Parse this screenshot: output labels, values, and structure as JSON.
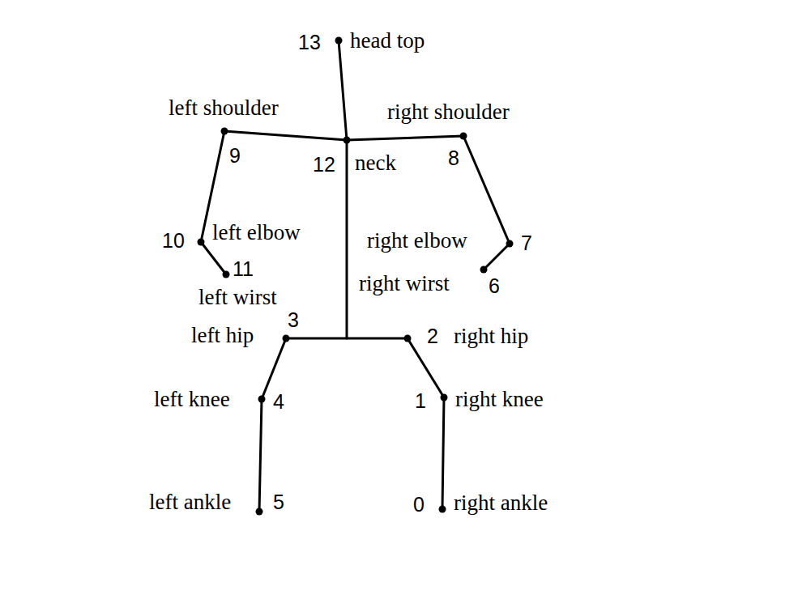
{
  "diagram": {
    "labels": [
      "13",
      "head top",
      "left shoulder",
      "9",
      "12",
      "neck",
      "right shoulder",
      "8",
      "10",
      "left elbow",
      "11",
      "left wirst",
      "right elbow",
      "7",
      "right wirst",
      "6",
      "3",
      "left hip",
      "2",
      "right hip",
      "left knee",
      "4",
      "1",
      "right knee",
      "left ankle",
      "5",
      "0",
      "right ankle"
    ]
  }
}
